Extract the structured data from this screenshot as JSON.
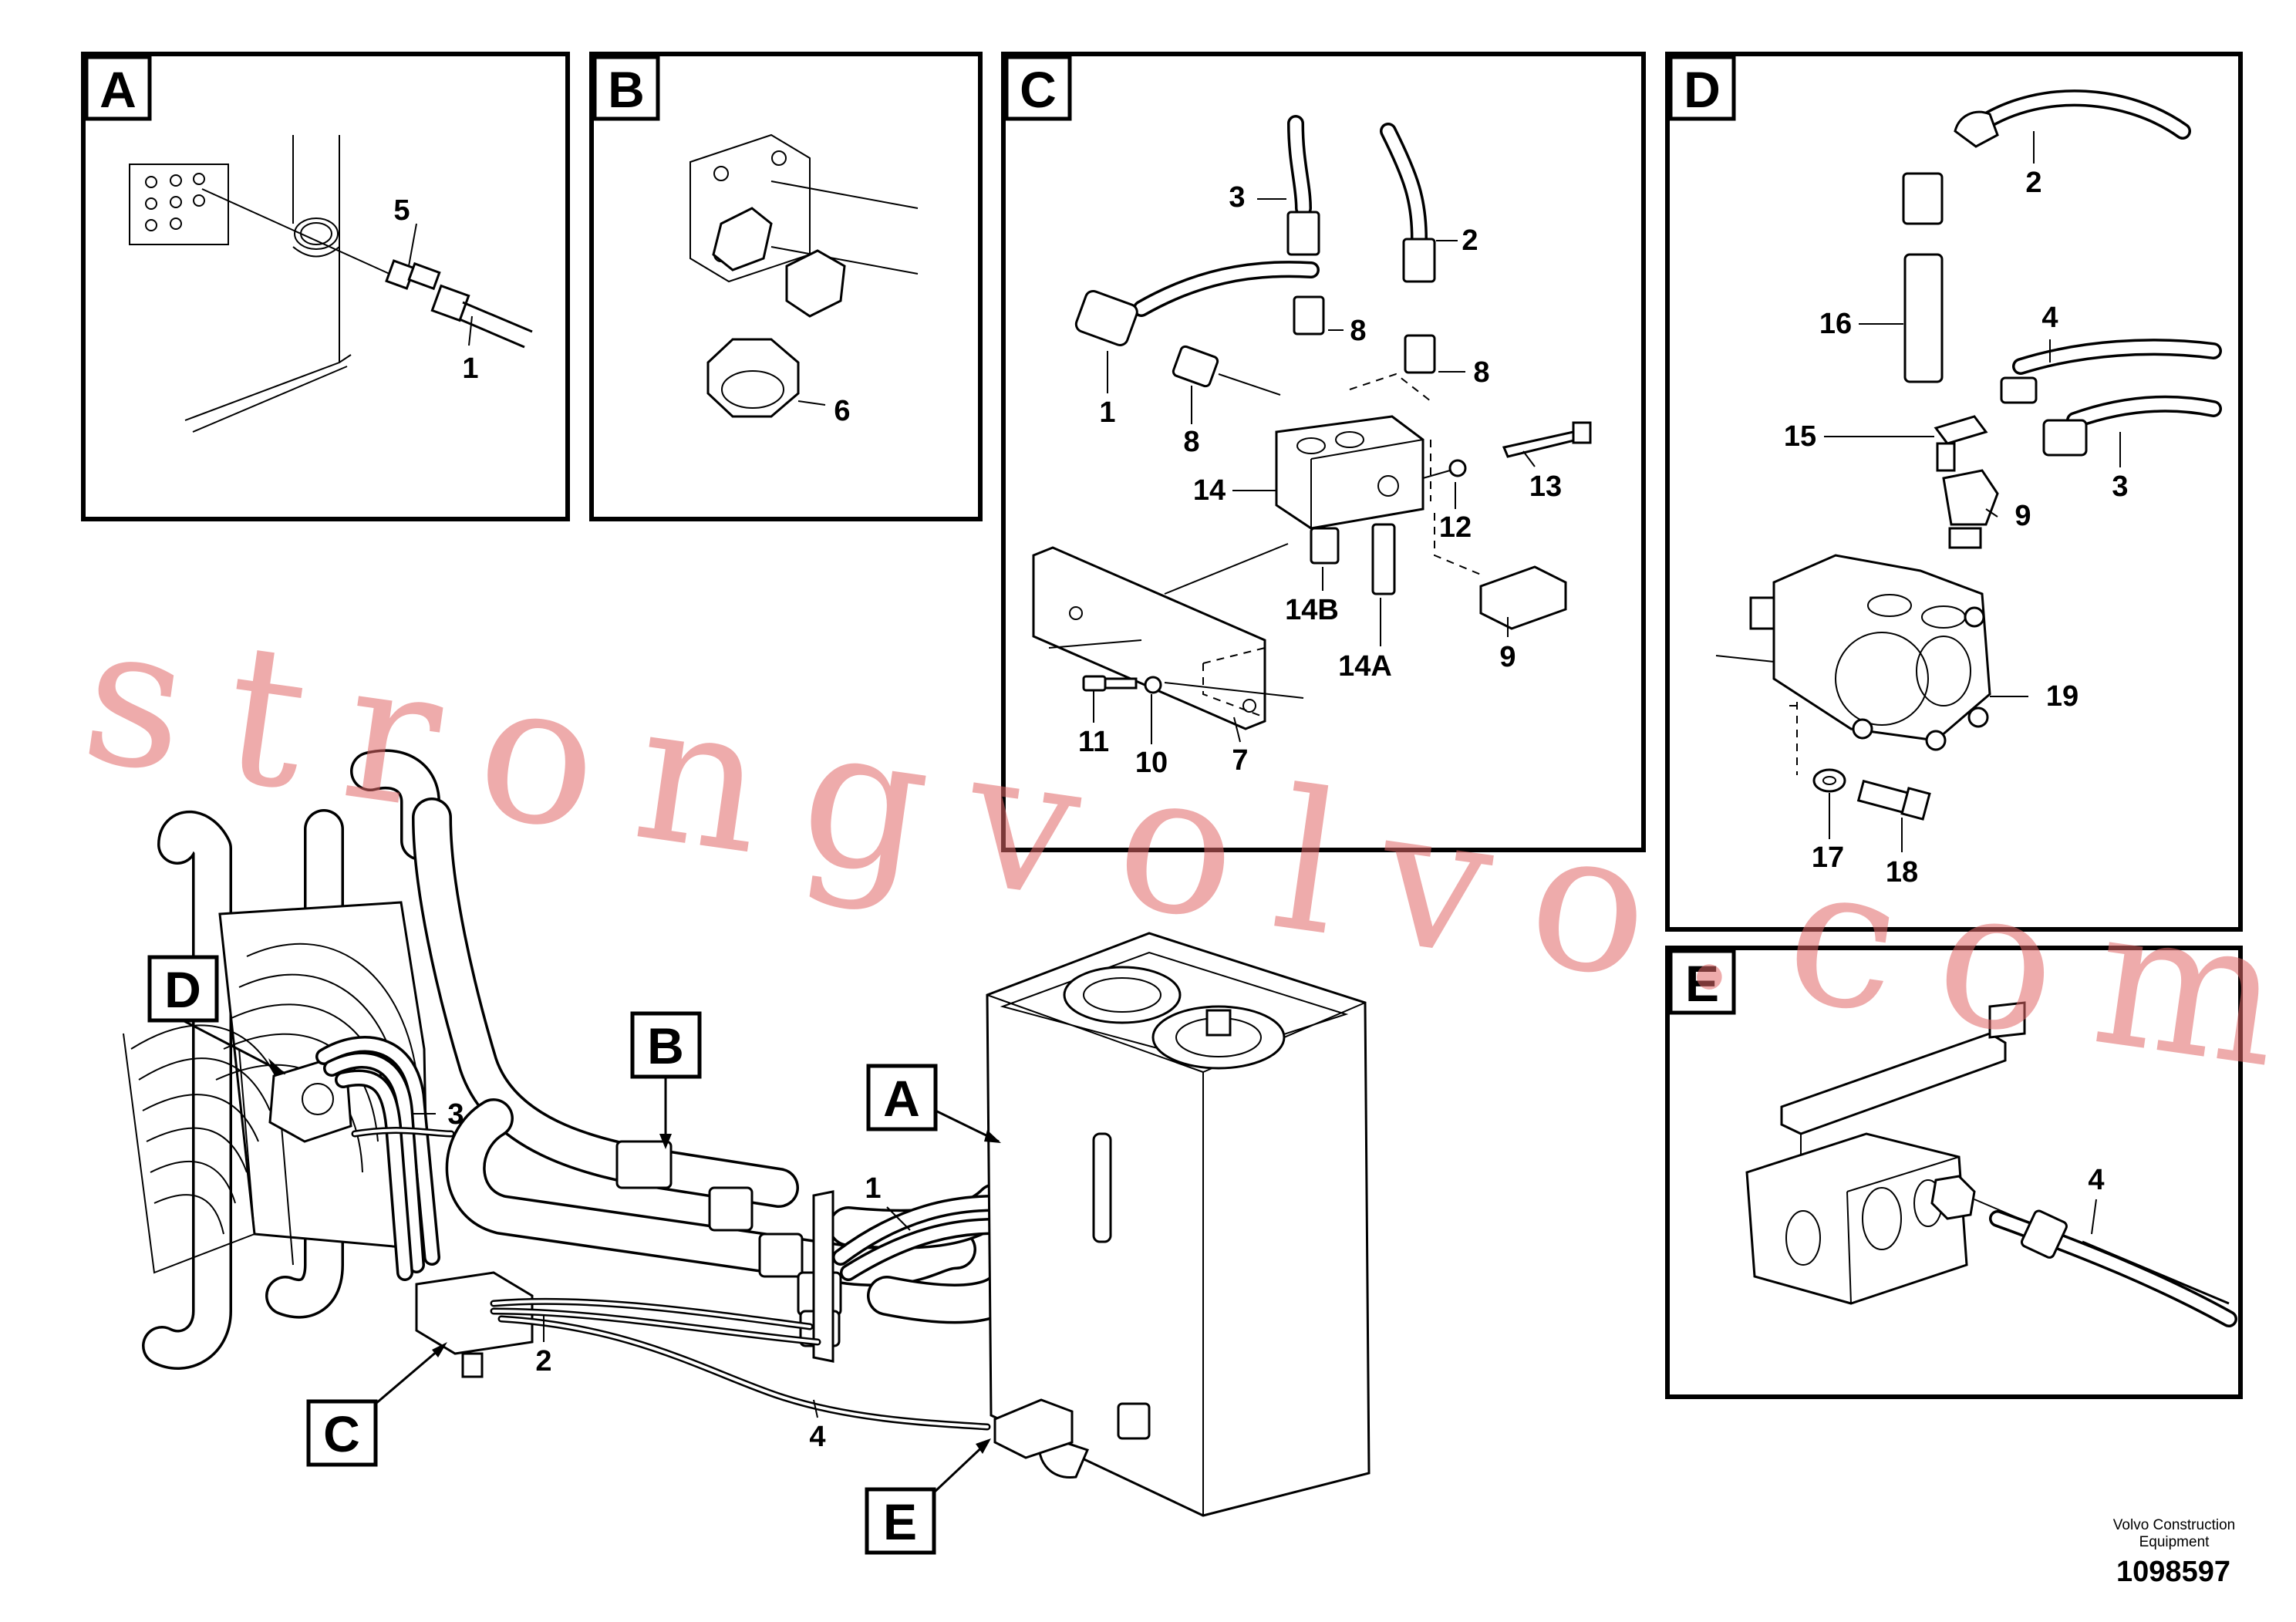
{
  "panels": {
    "A": {
      "letter": "A",
      "callouts": [
        "5",
        "1"
      ]
    },
    "B": {
      "letter": "B",
      "callouts": [
        "6"
      ]
    },
    "C": {
      "letter": "C",
      "callouts": [
        "3",
        "2",
        "8",
        "8",
        "1",
        "8",
        "14",
        "12",
        "13",
        "14B",
        "14A",
        "9",
        "11",
        "10",
        "7"
      ]
    },
    "D": {
      "letter": "D",
      "callouts": [
        "2",
        "16",
        "4",
        "15",
        "3",
        "9",
        "19",
        "17",
        "18"
      ]
    },
    "E": {
      "letter": "E",
      "callouts": [
        "4"
      ]
    }
  },
  "main_view": {
    "letters": [
      "D",
      "B",
      "A",
      "C",
      "E"
    ],
    "callouts": [
      "3",
      "1",
      "2",
      "4"
    ]
  },
  "watermark": "strongvolvo.com",
  "footer": {
    "credit_line1": "Volvo Construction",
    "credit_line2": "Equipment",
    "doc_number": "1098597"
  }
}
